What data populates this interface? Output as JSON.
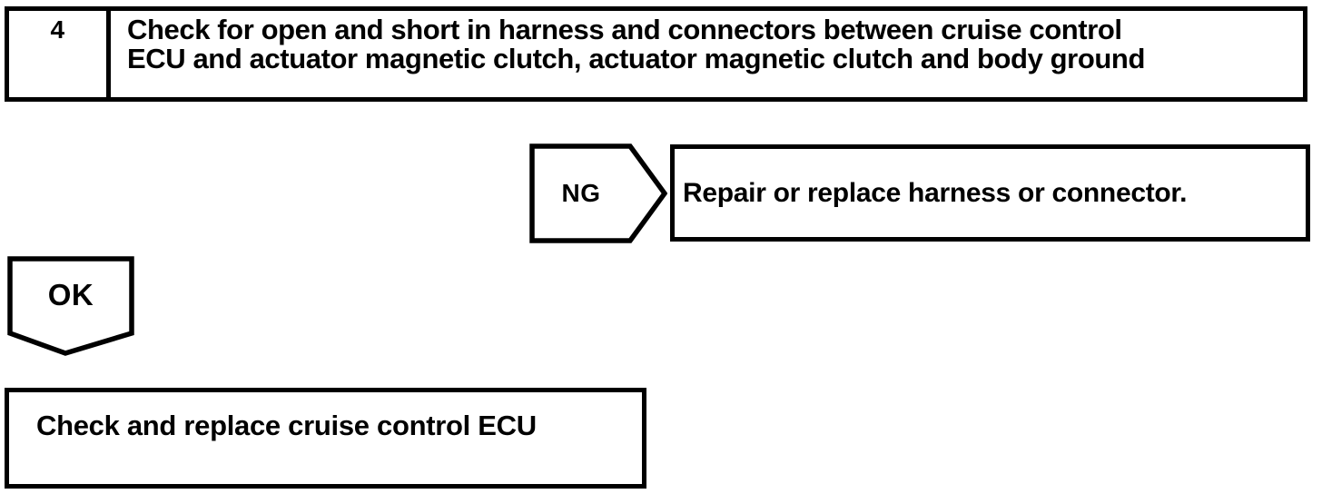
{
  "flowchart": {
    "step": {
      "number": "4",
      "instruction": "Check for open and short in harness and connectors between cruise control ECU and actuator magnetic clutch, actuator magnetic clutch and body ground",
      "instruction_lines": [
        "Check for open and short in harness and connectors between cruise control",
        "ECU and actuator magnetic clutch, actuator magnetic clutch and body ground"
      ]
    },
    "ng_branch": {
      "label": "NG",
      "action": "Repair or replace harness or connector."
    },
    "ok_branch": {
      "label": "OK",
      "action": "Check and replace cruise control ECU"
    }
  },
  "colors": {
    "ink": "#000000",
    "paper": "#ffffff"
  }
}
